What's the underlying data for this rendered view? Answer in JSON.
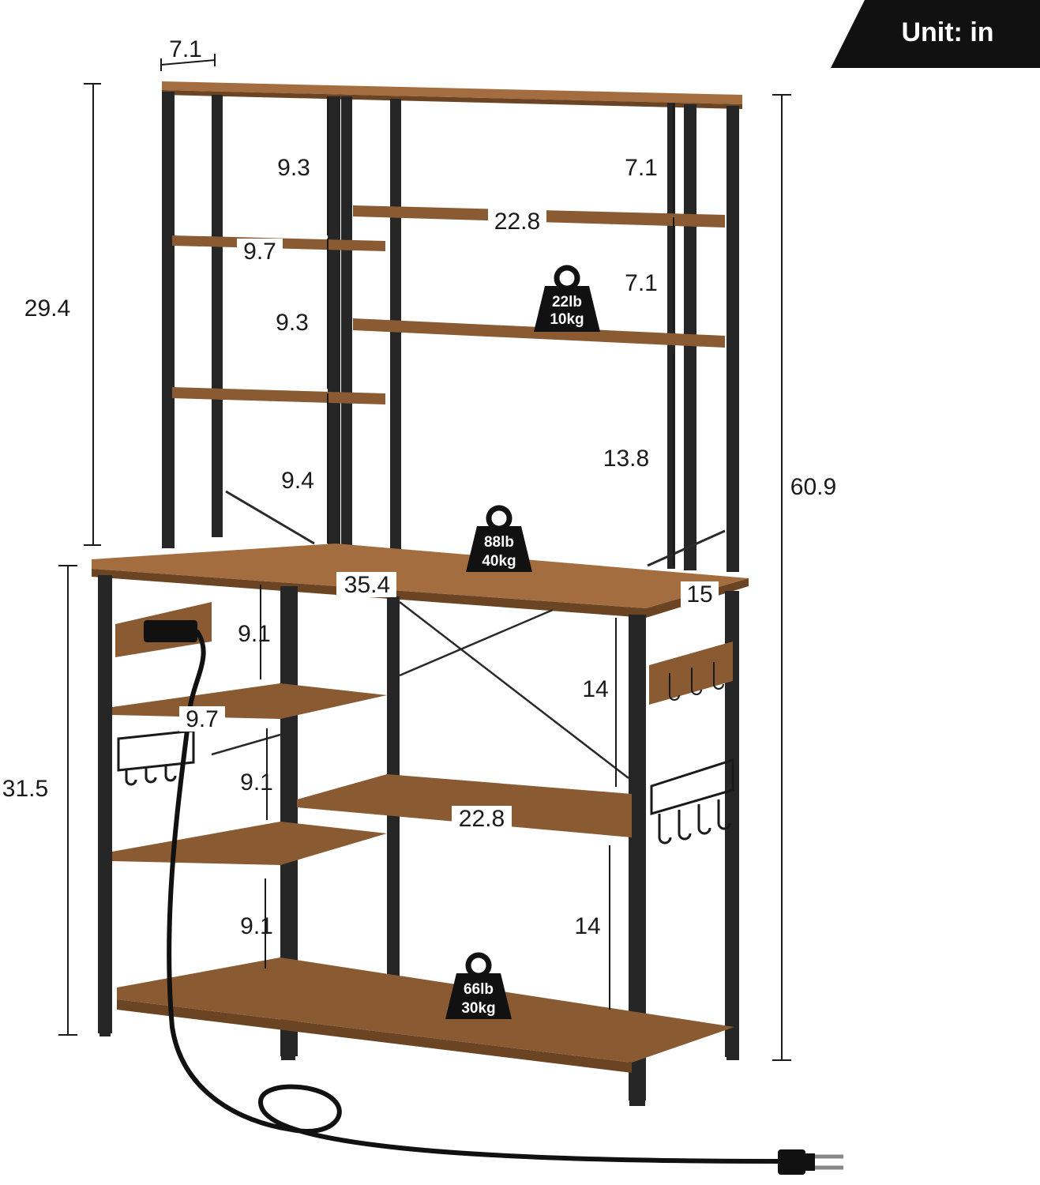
{
  "unit_badge": {
    "text": "Unit: in",
    "bg": "#111111"
  },
  "colors": {
    "frame": "#262626",
    "wood": "#8a5a33",
    "wood_light": "#a36d40"
  },
  "dimensions": {
    "top_depth": "7.1",
    "upper_height": "29.4",
    "lower_height": "31.5",
    "total_height": "60.9",
    "left_gap_1": "9.3",
    "left_gap_2": "9.3",
    "left_gap_3": "9.4",
    "left_shelf_width": "9.7",
    "right_gap_1": "7.1",
    "right_gap_2": "7.1",
    "right_gap_3": "13.8",
    "right_shelf_width": "22.8",
    "desk_width": "35.4",
    "desk_depth": "15",
    "lower_left_gap_1": "9.1",
    "lower_left_gap_2": "9.1",
    "lower_left_gap_3": "9.1",
    "lower_left_shelf_width": "9.7",
    "lower_right_gap_1": "14",
    "lower_right_gap_2": "14",
    "lower_right_shelf_width": "22.8"
  },
  "weights": [
    {
      "lb": "22lb",
      "kg": "10kg",
      "icon": "weight-icon"
    },
    {
      "lb": "88lb",
      "kg": "40kg",
      "icon": "weight-icon"
    },
    {
      "lb": "66lb",
      "kg": "30kg",
      "icon": "weight-icon"
    }
  ]
}
